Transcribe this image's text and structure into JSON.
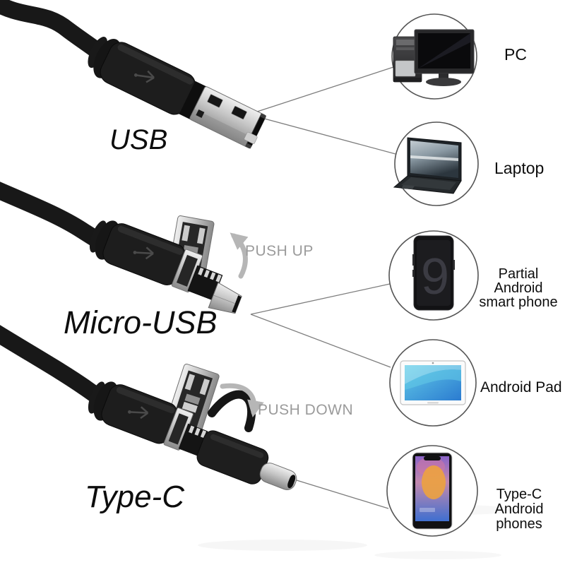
{
  "colors": {
    "background": "#ffffff",
    "cable_black": "#1b1b1b",
    "metal_silver_light": "#ededed",
    "metal_silver_dark": "#8a8a8a",
    "annotation_gray": "#9b9b9b",
    "arrow_gray": "#b6b6b6",
    "connection_line_gray": "#7d7d7d",
    "circle_outline": "#555555",
    "label_black": "#0d0d0d",
    "pad_screen_blue_top": "#62cbe8",
    "pad_screen_blue_bottom": "#2b7bd0",
    "p20_purple": "#8a63c8",
    "p20_orange": "#eda23f",
    "p20_blue": "#3f6fd0"
  },
  "connectors": [
    {
      "name": "usb",
      "label": "USB"
    },
    {
      "name": "micro-usb",
      "label": "Micro-USB",
      "action": "PUSH UP"
    },
    {
      "name": "type-c",
      "label": "Type-C",
      "action": "PUSH DOWN"
    }
  ],
  "devices": [
    {
      "name": "pc",
      "label": "PC"
    },
    {
      "name": "laptop",
      "label": "Laptop"
    },
    {
      "name": "partial-android-smart-phone",
      "label": "Partial Android\nsmart phone",
      "screen_text": "9"
    },
    {
      "name": "android-pad",
      "label": "Android Pad"
    },
    {
      "name": "type-c-android-phones",
      "label": "Type-C Android\nphones"
    }
  ]
}
